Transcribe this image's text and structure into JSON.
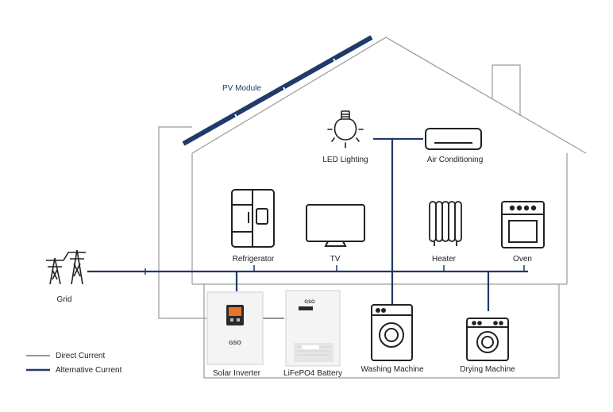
{
  "labels": {
    "pv_module": "PV Module",
    "led_lighting": "LED Lighting",
    "air_conditioning": "Air Conditioning",
    "refrigerator": "Refrigerator",
    "tv": "TV",
    "heater": "Heater",
    "oven": "Oven",
    "grid": "Grid",
    "solar_inverter": "Solar Inverter",
    "lifepo4_battery": "LiFePO4 Battery",
    "washing_machine": "Washing Machine",
    "drying_machine": "Drying Machine",
    "inverter_brand": "GSO",
    "battery_brand": "GSO"
  },
  "legend": [
    {
      "label": "Direct Current",
      "style": "thin",
      "color": "#555555"
    },
    {
      "label": "Alternative Current",
      "style": "thick",
      "color": "#1f3a6b"
    }
  ],
  "colors": {
    "ac_line": "#1f3a6b",
    "dc_line": "#555555",
    "house_outline": "#9a9a9a",
    "panel": "#1f3a6b",
    "inverter_screen": "#e8742a"
  }
}
